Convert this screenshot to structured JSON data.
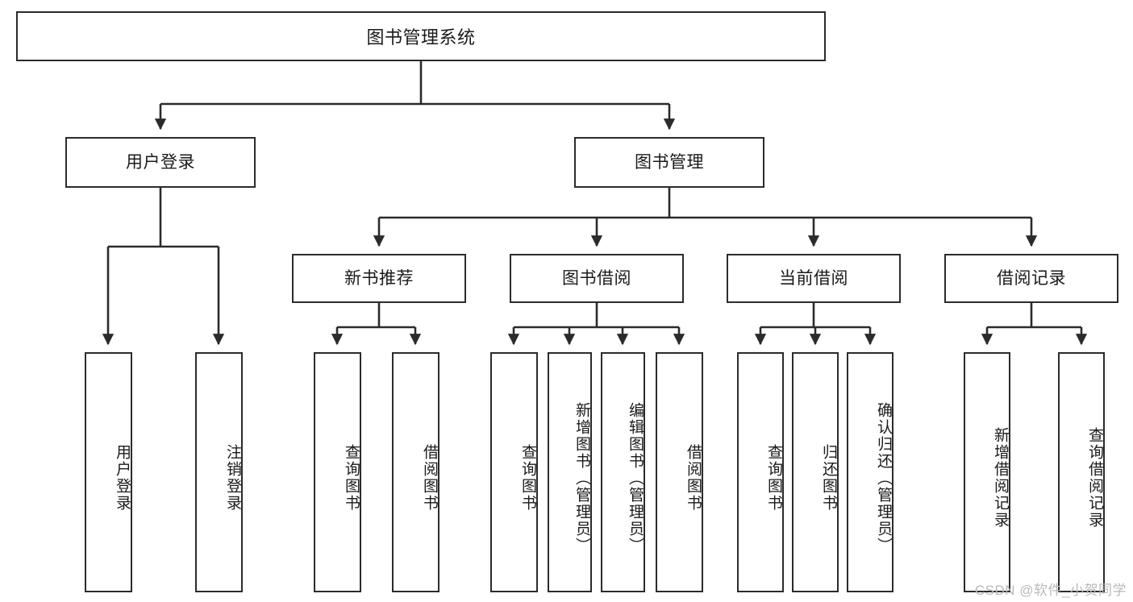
{
  "diagram": {
    "title": "图书管理系统",
    "type": "功能结构图",
    "watermark": "CSDN @软件_小贺同学",
    "colors": {
      "box_border": "#2b2b2b",
      "box_fill": "#ffffff",
      "line": "#2b2b2b",
      "text": "#1a1a1a",
      "watermark": "#b9b9b9",
      "background": "#ffffff"
    },
    "root": {
      "label": "图书管理系统"
    },
    "level2": [
      {
        "label": "用户登录"
      },
      {
        "label": "图书管理"
      }
    ],
    "level3": [
      {
        "label": "新书推荐"
      },
      {
        "label": "图书借阅"
      },
      {
        "label": "当前借阅"
      },
      {
        "label": "借阅记录"
      }
    ],
    "leaves": {
      "user_login": [
        {
          "label": "用户登录"
        },
        {
          "label": "注销登录"
        }
      ],
      "new_book_recommend": [
        {
          "label": "查询图书"
        },
        {
          "label": "借阅图书"
        }
      ],
      "book_borrow": [
        {
          "label": "查询图书"
        },
        {
          "label": "新增图书（管理员）"
        },
        {
          "label": "编辑图书（管理员）"
        },
        {
          "label": "借阅图书"
        }
      ],
      "current_borrow": [
        {
          "label": "查询图书"
        },
        {
          "label": "归还图书"
        },
        {
          "label": "确认归还（管理员）"
        }
      ],
      "borrow_records": [
        {
          "label": "新增借阅记录"
        },
        {
          "label": "查询借阅记录"
        }
      ]
    }
  }
}
